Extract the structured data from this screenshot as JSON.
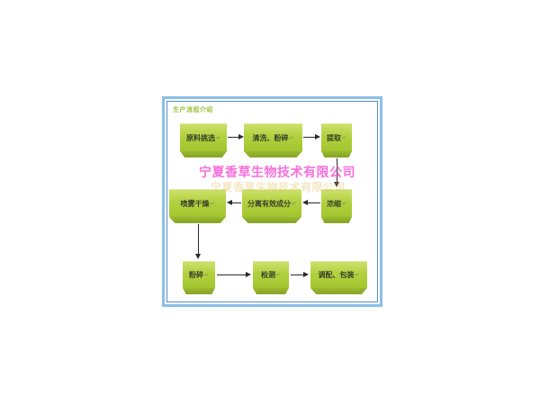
{
  "frame": {
    "title": "生产流程介绍",
    "outer_border_color": "#8bbfe8",
    "inner_border_color": "#4e8fd0"
  },
  "watermark": {
    "text": "宁夏香草生物技术有限公司",
    "color": "#f75fd7",
    "ghost_text": "宁夏香草生物技术有限公司",
    "ghost_color": "#e3bd5a"
  },
  "diagram": {
    "type": "flowchart",
    "node_face_color": "#a8cb35",
    "node_bevel_color": "#85a326",
    "arrow_color": "#2a2a2a",
    "paragraph_mark": "↵",
    "nodes": [
      {
        "id": "raw-select",
        "label": "原料挑选"
      },
      {
        "id": "wash-crush",
        "label": "清洗、粉碎"
      },
      {
        "id": "extract",
        "label": "提取"
      },
      {
        "id": "spray-dry",
        "label": "喷雾干燥"
      },
      {
        "id": "separate",
        "label": "分离有效成分"
      },
      {
        "id": "concentrate",
        "label": "浓缩"
      },
      {
        "id": "crush",
        "label": "粉碎"
      },
      {
        "id": "inspect",
        "label": "检测"
      },
      {
        "id": "blend-pack",
        "label": "调配、包装"
      }
    ],
    "edges": [
      {
        "from": "原料挑选",
        "to": "清洗、粉碎"
      },
      {
        "from": "清洗、粉碎",
        "to": "提取"
      },
      {
        "from": "提取",
        "to": "浓缩"
      },
      {
        "from": "浓缩",
        "to": "分离有效成分"
      },
      {
        "from": "分离有效成分",
        "to": "喷雾干燥"
      },
      {
        "from": "喷雾干燥",
        "to": "粉碎"
      },
      {
        "from": "粉碎",
        "to": "检测"
      },
      {
        "from": "检测",
        "to": "调配、包装"
      }
    ]
  }
}
